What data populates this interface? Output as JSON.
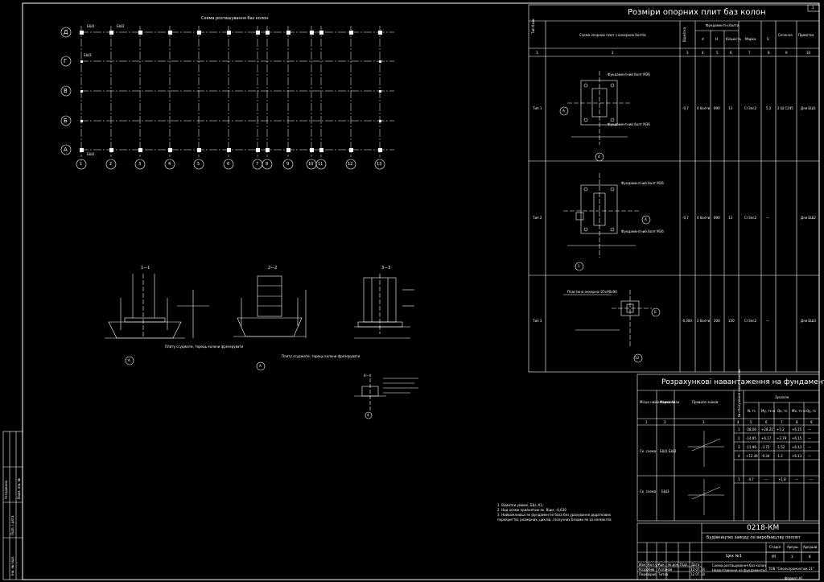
{
  "plan": {
    "title": "Схема розташування баз колон",
    "row_labels": [
      "Д",
      "Г",
      "В",
      "Б",
      "А"
    ],
    "col_labels": [
      "1",
      "2",
      "3",
      "4",
      "5",
      "6",
      "7",
      "8",
      "9",
      "10",
      "11",
      "12",
      "13"
    ],
    "base_marks": [
      "БШ1",
      "БШ2",
      "БШ3"
    ]
  },
  "sections": {
    "s1": "1—1",
    "s2": "2—2",
    "s3": "3—3",
    "s4": "4—4",
    "note_plate": "Плиту ссуджати, торець колони фрезерувати",
    "axis_a": "А",
    "axis_4": "4"
  },
  "notes": [
    "1.  Відмітки умовні, БШ, А1;",
    "2.  Над осями прийнятою як. Відм. -0,630",
    "3.  Найважливіші як фундаментні база без урахування додаткових",
    "перекриттів, розмірних, циклів, сполучних базами як за елементів"
  ],
  "plates_table": {
    "title": "Розміри опорних плит баз колон",
    "headers": [
      "Тип бази",
      "Схема опорних плит з анкерних болтів",
      "Відмітка",
      "Фундаментні болти",
      "d",
      "H",
      "Кількість",
      "Марка",
      "S",
      "Сечення",
      "Примітка"
    ],
    "col_numbers": [
      "1",
      "2",
      "3",
      "4",
      "5",
      "6",
      "7",
      "8",
      "9",
      "10"
    ],
    "rows": [
      {
        "type": "Тип 1",
        "elev": "-0,7",
        "bolts": "4 болти",
        "h": "690",
        "n": "13",
        "mark": "Ст3пс2",
        "s": "5,2",
        "section": "2 Ш С245",
        "note": "Для БШ1",
        "bolt_label": "Фундаментний болт М36",
        "axis": "А",
        "axis2": "4"
      },
      {
        "type": "Тип 2",
        "elev": "-0,7",
        "bolts": "4 болти",
        "h": "690",
        "n": "13",
        "mark": "Ст3пс2",
        "s": "—",
        "section": "",
        "note": "Для БШ2",
        "bolt_label": "Фундаментний болт М36",
        "axis": "А",
        "axis2": "1"
      },
      {
        "type": "Тип 3",
        "elev": "-0,300",
        "bolts": "2 болти",
        "h": "200",
        "n": "150",
        "mark": "Ст3пс2",
        "s": "—",
        "section": "",
        "note": "Для БШ3",
        "bolt_label": "Пластина анкерна -25х90х90",
        "axis": "Б",
        "axis2": "13"
      }
    ]
  },
  "loads_table": {
    "title": "Розрахункові навантаження на фундаменти",
    "headers": [
      "Місце навантаження",
      "Марка бази",
      "Правило знаків",
      "№ сполучення навантажень",
      "Зусилля",
      "N, тс",
      "My, тс·м",
      "Qx, тс",
      "Mx, тс·м",
      "Qy, тс"
    ],
    "col_numbers": [
      "1",
      "2",
      "3",
      "4",
      "5",
      "6",
      "7",
      "8",
      "9"
    ],
    "groups": [
      {
        "place": "Ск. схема",
        "mark": "БШ1 БШ2",
        "rows": [
          [
            "1",
            "-28.06",
            "+28.22",
            "+5.2",
            "+6.15",
            "—"
          ],
          [
            "2",
            "-14.95",
            "+6.17",
            "+3.79",
            "+6.15",
            "—"
          ],
          [
            "3",
            "-11.96",
            "-3.72",
            "-1.52",
            "+6.13",
            "—"
          ],
          [
            "4",
            "+12.44",
            "-9.34",
            "-1.2",
            "+6.13",
            "—"
          ]
        ]
      },
      {
        "place": "Ск. схема",
        "mark": "БШ3",
        "rows": [
          [
            "1",
            "-4.7",
            "—",
            "+1.8",
            "—",
            "—"
          ]
        ]
      }
    ]
  },
  "title_block": {
    "code": "0218-КМ",
    "project": "Будівництво заводу по виробництву пеллет",
    "object": "Цех №1",
    "sheet_desc1": "Схема розташування баз колон",
    "sheet_desc2": "Навантаження на фундаменти",
    "stage_h": "Стадія",
    "sheet_h": "Аркуш",
    "sheets_h": "Аркушів",
    "stage": "РП",
    "sheet": "3",
    "sheets": "8",
    "company": "ТОВ \"Смольпромонтаж 21\"",
    "role1": "Розробив",
    "name1": "Асланов",
    "role2": "Перевірив",
    "name2": "Титов",
    "hdr": [
      "Изм.",
      "Кол.уч",
      "Арк.",
      "№ док.",
      "Підп.",
      "Дата"
    ],
    "date": "12.07.18",
    "format": "Формат А1",
    "page_no": "1"
  },
  "side_stamp": {
    "items": [
      "Узгоджено",
      "Інв. № підл.",
      "Підп. і дата",
      "Взам. інв. №"
    ]
  }
}
